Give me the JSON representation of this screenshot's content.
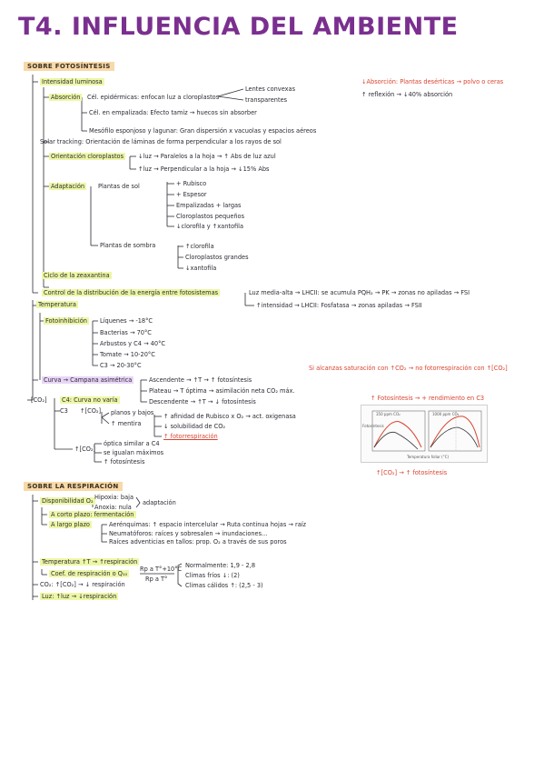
{
  "title": "T4. INFLUENCIA DEL AMBIENTE",
  "fotosintesis": {
    "section": "SOBRE FOTOSÍNTESIS",
    "intensidad": "Intensidad luminosa",
    "absorcion": "Absorción",
    "cel_epid": "Cél. epidérmicas: enfocan luz a cloroplastos",
    "lentes": "Lentes convexas",
    "transparentes": "transparentes",
    "cel_empal": "Cél. en empalizada: Efecto tamiz → huecos sin absorber",
    "mesofilo": "Mesófilo esponjoso y lagunar: Gran dispersión x vacuolas y espacios aéreos",
    "solar": "Solar tracking: Orientación de láminas de forma perpendicular a los rayos de sol",
    "orient_clor": "Orientación cloroplastos",
    "luz_baja": "↓luz → Paralelos a la hoja → ↑ Abs de luz azul",
    "luz_alta": "↑luz → Perpendicular a la hoja → ↓15% Abs",
    "adaptacion": "Adaptación",
    "pl_sol": "Plantas de sol",
    "sol_items": [
      "+ Rubisco",
      "+ Espesor",
      "Empalizadas + largas",
      "Cloroplastos pequeños",
      "↓clorofila y ↑xantofila"
    ],
    "pl_sombra": "Plantas de sombra",
    "sombra_items": [
      "↑clorofila",
      "Cloroplastos grandes",
      "↓xantofila"
    ],
    "ciclo": "Ciclo de la zeaxantina",
    "control": "Control de la distribución de la energía entre fotosistemas",
    "luz_media": "Luz media-alta → LHCII: se acumula PQH₂ → PK → zonas no apiladas → FSI",
    "int_media": "↑intensidad → LHCII: Fosfatasa → zonas apiladas → FSII",
    "note_abs": "↓Absorción: Plantas desérticas → polvo o ceras",
    "note_ref": "↑ reflexión → ↓40% absorción",
    "temperatura": "Temperatura",
    "fotoinhibicion": "Fotoinhibición",
    "temps": [
      "Líquenes → -18°C",
      "Bacterias → 70°C",
      "Arbustos y C4 → 40°C",
      "Tomate → 10-20°C",
      "C3 → 20-30°C"
    ],
    "curva": "Curva → Campana asimétrica",
    "asc": "Ascendente → ↑T → ↑ fotosíntesis",
    "plat": "Plateau → T óptima → asimilación neta CO₂ máx.",
    "desc": "Descendente → ↑T → ↓ fotosíntesis",
    "co2": "[CO₂]",
    "c4": "C4: Curva no varía",
    "c3": "C3",
    "c3_t": "↑[CO₂]",
    "planos": "planos y bajos",
    "mentira": "↑ mentira",
    "afin": "↑ afinidad de Rubisco x O₂ → act. oxigenasa",
    "solub": "↓ solubilidad de CO₂",
    "fotores": "↑ fotorrespiración",
    "c3_bajo": "↑[CO₂]",
    "bajo_items": [
      "óptica similar a C4",
      "se igualan máximos",
      "↑ fotosíntesis"
    ],
    "note_sat": "Si alcanzas saturación con ↑CO₂ → no fotorrespiración con ↑[CO₂]",
    "note_fot": "↑ Fotosíntesis → + rendimiento en C3",
    "note_co2": "↑[CO₂] → ↑ fotosíntesis",
    "graph_left": "350 ppm CO₂",
    "graph_right": "1000 ppm CO₂",
    "graph_x": "Temperatura foliar (°C)",
    "graph_y": "Fotosíntesis"
  },
  "respiracion": {
    "section": "SOBRE LA RESPIRACIÓN",
    "disp": "Disponibilidad O₂",
    "hipoxia": "Hipoxia: baja",
    "anoxia": "Anoxia: nula",
    "adapt": "adaptación",
    "corto": "A corto plazo: fermentación",
    "largo": "A largo plazo",
    "largo_items": [
      "Aerénquimas: ↑ espacio intercelular → Ruta continua hojas → raíz",
      "Neumatóforos: raíces y sobresalen → inundaciones...",
      "Raíces adventicias en tallos: prop. O₂ a través de sus poros"
    ],
    "temp": "Temperatura ↑T → ↑respiración",
    "coef": "Coef. de respiración o Q₁₀",
    "formula_num": "Rp a T°+10°C",
    "formula_den": "Rp a T°",
    "normal": "Normalmente: 1,9 - 2,8",
    "frios": "Climas fríos ↓: (2)",
    "calidos": "Climas cálidos ↑: (2,5 - 3)",
    "co2": "CO₂: ↑[CO₂] → ↓ respiración",
    "luz": "Luz: ↑luz → ↓respiración"
  }
}
